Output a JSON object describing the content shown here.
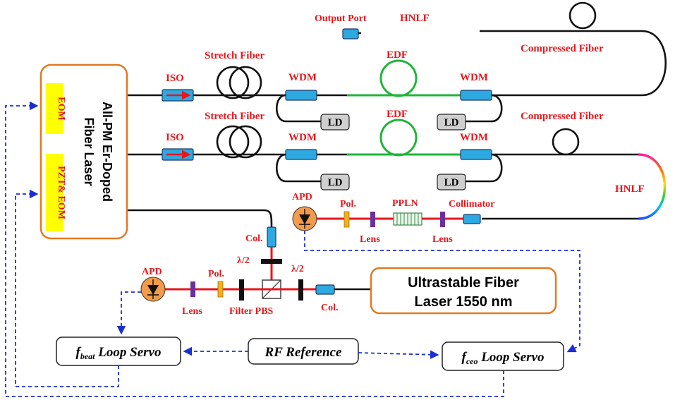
{
  "labels": {
    "output_port": "Output Port",
    "hnlf_top": "HNLF",
    "compressed_fiber_top": "Compressed  Fiber",
    "stretch_fiber_top": "Stretch Fiber",
    "iso_top": "ISO",
    "wdm_top_left": "WDM",
    "edf_top": "EDF",
    "wdm_top_right": "WDM",
    "ld": "LD",
    "stretch_fiber_bottom": "Stretch Fiber",
    "iso_bottom": "ISO",
    "wdm_bottom_left": "WDM",
    "edf_bottom": "EDF",
    "wdm_bottom_right": "WDM",
    "compressed_fiber_bottom": "Compressed  Fiber",
    "hnlf_bottom": "HNLF",
    "apd_right": "APD",
    "pol_right": "Pol.",
    "ppln": "PPLN",
    "collimator": "Collimator",
    "lens_right_1": "Lens",
    "lens_right_2": "Lens",
    "col_top": "Col.",
    "half_wave_1": "λ/2",
    "half_wave_2": "λ/2",
    "apd_left": "APD",
    "pol_left": "Pol.",
    "lens_left": "Lens",
    "filter_pbs": "Filter PBS",
    "col_bottom": "Col.",
    "laser_source_title": "All-PM Er-Doped",
    "laser_source_subtitle": "Fiber Laser",
    "eom": "EOM",
    "pzt_eom": "PZT& EOM",
    "ultrastable_line1": "Ultrastable Fiber",
    "ultrastable_line2": "Laser 1550 nm",
    "fbeat_f": "f",
    "fbeat_sub": "beat",
    "fbeat_rest": " Loop Servo",
    "rf_reference": "RF Reference",
    "fceo_f": "f",
    "fceo_sub": "ceo",
    "fceo_rest": " Loop Servo"
  },
  "colors": {
    "label_red": "#e8161b",
    "fiber_black": "#111111",
    "control_blue": "#1a2fd0",
    "edf_green": "#1fb53a",
    "component_blue": "#2ea8e0",
    "apd_orange": "#f29b4a",
    "box_border_orange": "#e07a22",
    "highlight_yellow": "#ffff00"
  }
}
